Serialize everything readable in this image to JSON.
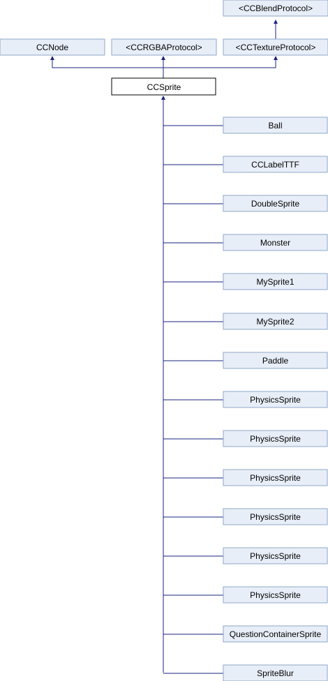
{
  "colors": {
    "box_fill": "#e8eef7",
    "box_stroke": "#8ea7ca",
    "focus_fill": "#ffffff",
    "focus_stroke": "#000000",
    "edge": "#1a237e"
  },
  "diagram": {
    "focus": "CCSprite",
    "top": {
      "blend": "<CCBlendProtocol>",
      "ccnode": "CCNode",
      "rgba": "<CCRGBAProtocol>",
      "texture": "<CCTextureProtocol>"
    },
    "subclasses": [
      "Ball",
      "CCLabelTTF",
      "DoubleSprite",
      "Monster",
      "MySprite1",
      "MySprite2",
      "Paddle",
      "PhysicsSprite",
      "PhysicsSprite",
      "PhysicsSprite",
      "PhysicsSprite",
      "PhysicsSprite",
      "PhysicsSprite",
      "QuestionContainerSprite",
      "SpriteBlur"
    ]
  }
}
